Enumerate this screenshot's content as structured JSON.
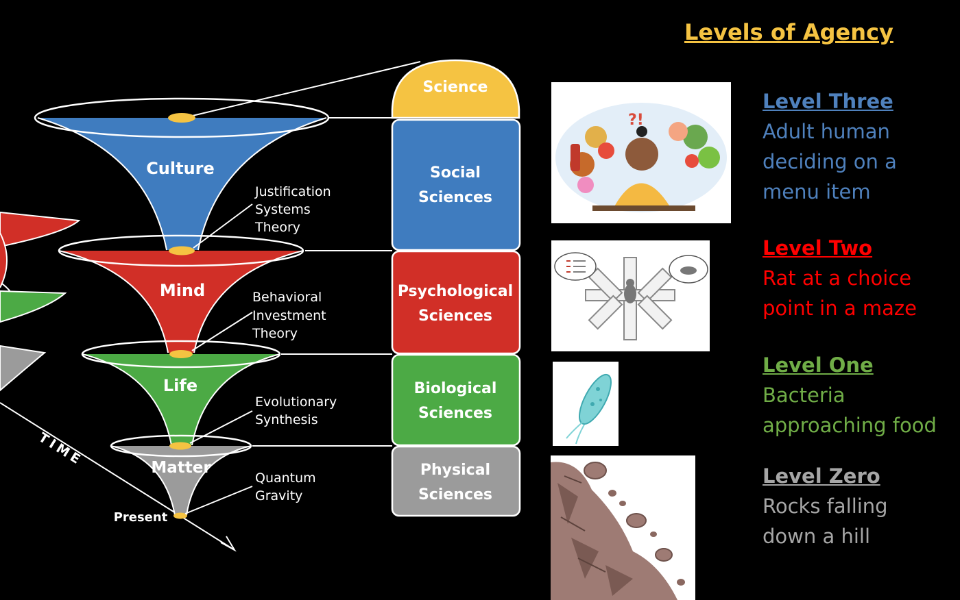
{
  "heading": "Levels of Agency",
  "funnels": {
    "culture": "Culture",
    "mind": "Mind",
    "life": "Life",
    "matter": "Matter"
  },
  "theories": {
    "jst": [
      "Justification",
      "Systems",
      "Theory"
    ],
    "bit": [
      "Behavioral",
      "Investment",
      "Theory"
    ],
    "es": [
      "Evolutionary",
      "Synthesis"
    ],
    "qg": [
      "Quantum",
      "Gravity"
    ]
  },
  "axis": {
    "time": "TIME",
    "present": "Present"
  },
  "sciences": {
    "science": "Science",
    "social": [
      "Social",
      "Sciences"
    ],
    "psych": [
      "Psychological",
      "Sciences"
    ],
    "bio": [
      "Biological",
      "Sciences"
    ],
    "phys": [
      "Physical",
      "Sciences"
    ]
  },
  "levels": [
    {
      "title": "Level Three",
      "desc": "Adult human deciding on a menu item",
      "color": "#4f81bd"
    },
    {
      "title": "Level Two",
      "desc": "Rat at a choice point in a maze",
      "color": "#ff0000"
    },
    {
      "title": "Level One",
      "desc": "Bacteria approaching food",
      "color": "#70ad47"
    },
    {
      "title": "Level Zero",
      "desc": "Rocks falling down a hill",
      "color": "#a6a6a6"
    }
  ],
  "colors": {
    "culture": "#3f7cbf",
    "mind": "#d12f27",
    "life": "#4caa45",
    "matter": "#9b9b9b",
    "science": "#f5c342",
    "heading": "#f5c342"
  }
}
